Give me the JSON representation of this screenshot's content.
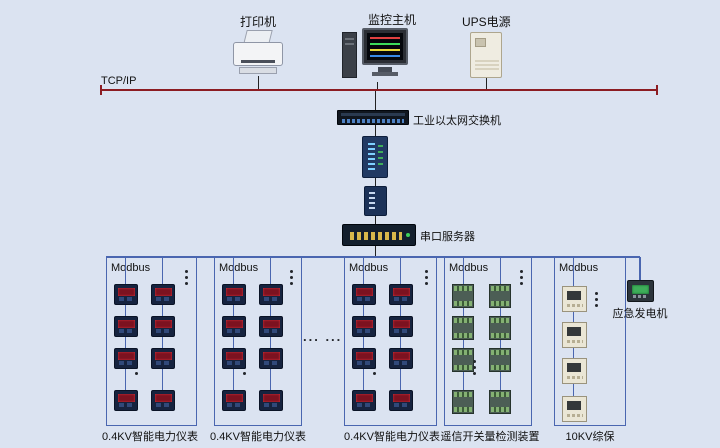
{
  "colors": {
    "bg": "#dbe3f1",
    "tcp": "#8c1c22",
    "mline": "#4a66b0"
  },
  "network": {
    "tcpip_label": "TCP/IP"
  },
  "devices": {
    "printer": "打印机",
    "monitor": "监控主机",
    "ups": "UPS电源",
    "ethernet_switch": "工业以太网交换机",
    "serial_server": "串口服务器",
    "generator": "应急发电机"
  },
  "groups": [
    {
      "modbus_label": "Modbus",
      "bottom_label": "0.4KV智能电力仪表",
      "device": "meter",
      "cols": 2,
      "rows": 4
    },
    {
      "modbus_label": "Modbus",
      "bottom_label": "0.4KV智能电力仪表",
      "device": "meter",
      "cols": 2,
      "rows": 4
    },
    {
      "modbus_label": "Modbus",
      "bottom_label": "0.4KV智能电力仪表",
      "device": "meter",
      "cols": 2,
      "rows": 4
    },
    {
      "modbus_label": "Modbus",
      "bottom_label": "遥信开关量检测装置",
      "device": "iomodule",
      "cols": 2,
      "rows": 4
    },
    {
      "modbus_label": "Modbus",
      "bottom_label": "10KV综保",
      "device": "protection",
      "cols": 1,
      "rows": 4
    }
  ],
  "ellipsis": {
    "horizontal": "... ...",
    "vertical": "⋮"
  }
}
